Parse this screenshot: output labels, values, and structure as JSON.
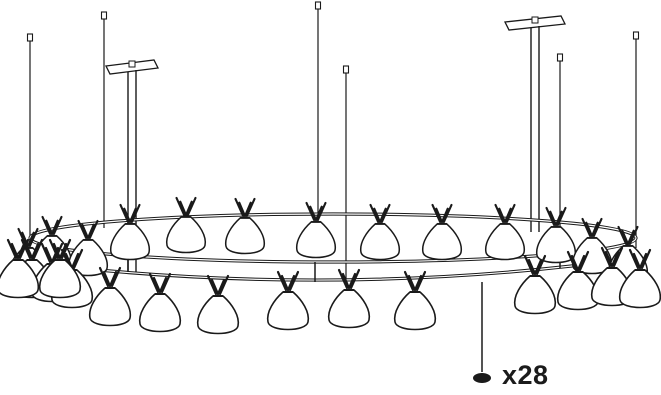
{
  "diagram": {
    "quantity_label": "x28",
    "colors": {
      "ink": "#1a1a1a",
      "fill": "#ffffff"
    },
    "components": {
      "suspension_cables": 8,
      "ceiling_canopies": 2,
      "ring_tiers": 2,
      "lamp_shades": 28,
      "center_drop_cable": 1
    }
  }
}
